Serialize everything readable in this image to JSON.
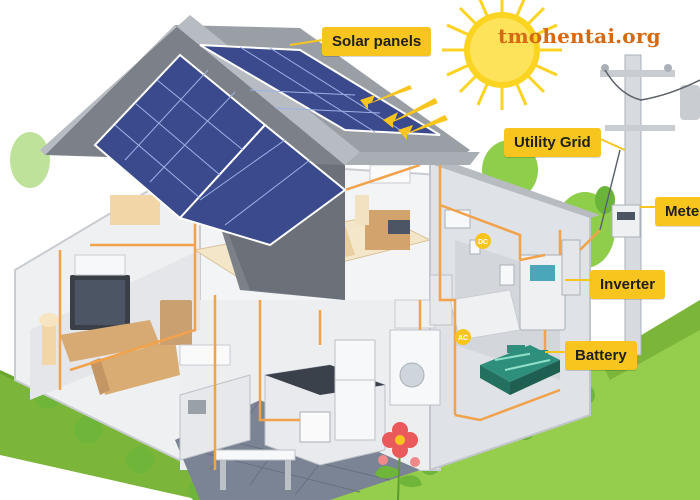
{
  "labels": {
    "solar_panels": "Solar panels",
    "utility_grid": "Utility Grid",
    "meter": "Meter",
    "inverter": "Inverter",
    "battery": "Battery",
    "dc": "DC",
    "ac": "AC"
  },
  "watermark": "tmohentai.org",
  "colors": {
    "label_bg": "#f7c51e",
    "wire": "#f2a24a",
    "sun": "#fbd321",
    "grass": "#8fce4b",
    "roof": "#8a8f96",
    "panel": "#3b4a8c"
  },
  "icons": [
    "sun-icon",
    "flower-icon"
  ]
}
